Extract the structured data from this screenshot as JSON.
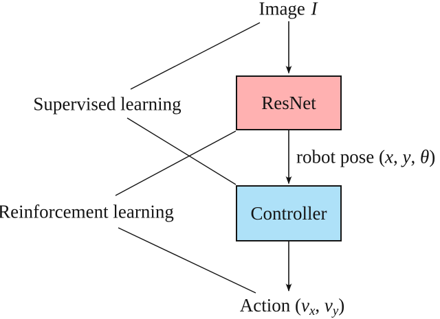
{
  "figure": {
    "background": "#ffffff",
    "line_color": "#141414",
    "image_input": {
      "word": "Image",
      "symbol": "I"
    },
    "resnet_box": {
      "label": "ResNet",
      "fill": "#ffb1b1",
      "border": "#141414"
    },
    "controller_box": {
      "label": "Controller",
      "fill": "#aee1f8",
      "border": "#141414"
    },
    "robot_pose": {
      "prefix": "robot pose ",
      "open": "(",
      "var_x": "x",
      "comma1": ", ",
      "var_y": "y",
      "comma2": ", ",
      "var_theta": "θ",
      "close": ")"
    },
    "action": {
      "prefix": "Action ",
      "open": "(",
      "v1": "v",
      "sub1": "x",
      "comma": ", ",
      "v2": "v",
      "sub2": "y",
      "close": ")"
    },
    "supervised_label": "Supervised learning",
    "reinforcement_label": "Reinforcement learning"
  }
}
